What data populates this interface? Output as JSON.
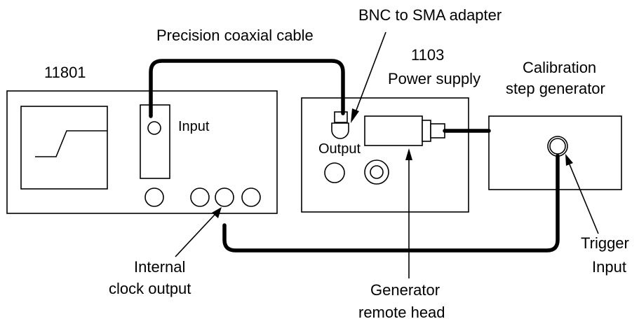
{
  "labels": {
    "oscilloscope": "11801",
    "cable": "Precision coaxial cable",
    "adapter": "BNC to SMA adapter",
    "power_supply_model": "1103",
    "power_supply_name": "Power supply",
    "calibration_line1": "Calibration",
    "calibration_line2": "step generator",
    "input": "Input",
    "output": "Output",
    "trigger_line1": "Trigger",
    "trigger_line2": "Input",
    "internal_line1": "Internal",
    "internal_line2": "clock output",
    "generator_line1": "Generator",
    "generator_line2": "remote head"
  }
}
